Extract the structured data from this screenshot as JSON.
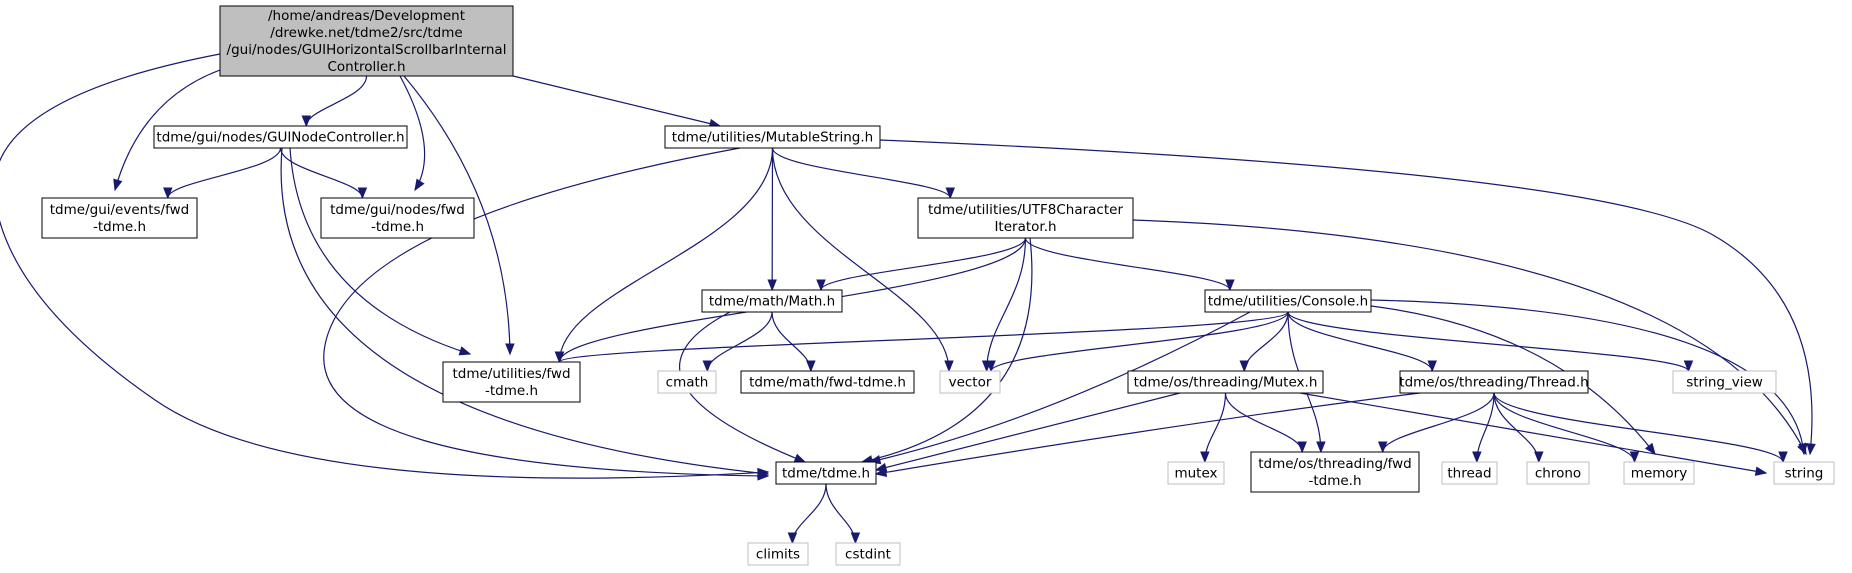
{
  "colors": {
    "edge": "#191970",
    "root_fill": "#bfbfbf",
    "node_border": "#000000",
    "sys_border": "#bfbfbf",
    "fill": "#ffffff"
  },
  "nodes": [
    {
      "id": "root",
      "kind": "root",
      "lines": [
        "/home/andreas/Development",
        "/drewke.net/tdme2/src/tdme",
        "/gui/nodes/GUIHorizontalScrollbarInternal",
        "Controller.h"
      ]
    },
    {
      "id": "guinodecontroller",
      "kind": "file",
      "lines": [
        "tdme/gui/nodes/GUINodeController.h"
      ]
    },
    {
      "id": "mutablestring",
      "kind": "file",
      "lines": [
        "tdme/utilities/MutableString.h"
      ]
    },
    {
      "id": "events_fwd",
      "kind": "file",
      "lines": [
        "tdme/gui/events/fwd",
        "-tdme.h"
      ]
    },
    {
      "id": "nodes_fwd",
      "kind": "file",
      "lines": [
        "tdme/gui/nodes/fwd",
        "-tdme.h"
      ]
    },
    {
      "id": "utf8",
      "kind": "file",
      "lines": [
        "tdme/utilities/UTF8Character",
        "Iterator.h"
      ]
    },
    {
      "id": "math",
      "kind": "file",
      "lines": [
        "tdme/math/Math.h"
      ]
    },
    {
      "id": "console",
      "kind": "file",
      "lines": [
        "tdme/utilities/Console.h"
      ]
    },
    {
      "id": "utilities_fwd",
      "kind": "file",
      "lines": [
        "tdme/utilities/fwd",
        "-tdme.h"
      ]
    },
    {
      "id": "cmath",
      "kind": "sys",
      "lines": [
        "cmath"
      ]
    },
    {
      "id": "math_fwd",
      "kind": "file",
      "lines": [
        "tdme/math/fwd-tdme.h"
      ]
    },
    {
      "id": "vector",
      "kind": "sys",
      "lines": [
        "vector"
      ]
    },
    {
      "id": "mutex_h",
      "kind": "file",
      "lines": [
        "tdme/os/threading/Mutex.h"
      ]
    },
    {
      "id": "thread_h",
      "kind": "file",
      "lines": [
        "tdme/os/threading/Thread.h"
      ]
    },
    {
      "id": "string_view",
      "kind": "sys",
      "lines": [
        "string_view"
      ]
    },
    {
      "id": "tdme_h",
      "kind": "file",
      "lines": [
        "tdme/tdme.h"
      ]
    },
    {
      "id": "mutex",
      "kind": "sys",
      "lines": [
        "mutex"
      ]
    },
    {
      "id": "threading_fwd",
      "kind": "file",
      "lines": [
        "tdme/os/threading/fwd",
        "-tdme.h"
      ]
    },
    {
      "id": "thread",
      "kind": "sys",
      "lines": [
        "thread"
      ]
    },
    {
      "id": "chrono",
      "kind": "sys",
      "lines": [
        "chrono"
      ]
    },
    {
      "id": "memory",
      "kind": "sys",
      "lines": [
        "memory"
      ]
    },
    {
      "id": "string",
      "kind": "sys",
      "lines": [
        "string"
      ]
    },
    {
      "id": "climits",
      "kind": "sys",
      "lines": [
        "climits"
      ]
    },
    {
      "id": "cstdint",
      "kind": "sys",
      "lines": [
        "cstdint"
      ]
    }
  ],
  "edges": [
    {
      "from": "root",
      "to": "guinodecontroller"
    },
    {
      "from": "root",
      "to": "events_fwd"
    },
    {
      "from": "root",
      "to": "nodes_fwd"
    },
    {
      "from": "root",
      "to": "utilities_fwd"
    },
    {
      "from": "root",
      "to": "mutablestring"
    },
    {
      "from": "root",
      "to": "tdme_h"
    },
    {
      "from": "guinodecontroller",
      "to": "events_fwd"
    },
    {
      "from": "guinodecontroller",
      "to": "nodes_fwd"
    },
    {
      "from": "guinodecontroller",
      "to": "utilities_fwd"
    },
    {
      "from": "guinodecontroller",
      "to": "tdme_h"
    },
    {
      "from": "mutablestring",
      "to": "utf8"
    },
    {
      "from": "mutablestring",
      "to": "math"
    },
    {
      "from": "mutablestring",
      "to": "utilities_fwd"
    },
    {
      "from": "mutablestring",
      "to": "vector"
    },
    {
      "from": "mutablestring",
      "to": "string"
    },
    {
      "from": "mutablestring",
      "to": "tdme_h"
    },
    {
      "from": "utf8",
      "to": "math"
    },
    {
      "from": "utf8",
      "to": "console"
    },
    {
      "from": "utf8",
      "to": "utilities_fwd"
    },
    {
      "from": "utf8",
      "to": "vector"
    },
    {
      "from": "utf8",
      "to": "tdme_h"
    },
    {
      "from": "utf8",
      "to": "string"
    },
    {
      "from": "math",
      "to": "cmath"
    },
    {
      "from": "math",
      "to": "math_fwd"
    },
    {
      "from": "math",
      "to": "tdme_h"
    },
    {
      "from": "console",
      "to": "utilities_fwd"
    },
    {
      "from": "console",
      "to": "vector"
    },
    {
      "from": "console",
      "to": "mutex_h"
    },
    {
      "from": "console",
      "to": "threading_fwd"
    },
    {
      "from": "console",
      "to": "thread_h"
    },
    {
      "from": "console",
      "to": "string_view"
    },
    {
      "from": "console",
      "to": "memory"
    },
    {
      "from": "console",
      "to": "string"
    },
    {
      "from": "console",
      "to": "tdme_h"
    },
    {
      "from": "mutex_h",
      "to": "tdme_h"
    },
    {
      "from": "mutex_h",
      "to": "mutex"
    },
    {
      "from": "mutex_h",
      "to": "threading_fwd"
    },
    {
      "from": "mutex_h",
      "to": "string"
    },
    {
      "from": "thread_h",
      "to": "tdme_h"
    },
    {
      "from": "thread_h",
      "to": "threading_fwd"
    },
    {
      "from": "thread_h",
      "to": "thread"
    },
    {
      "from": "thread_h",
      "to": "chrono"
    },
    {
      "from": "thread_h",
      "to": "memory"
    },
    {
      "from": "thread_h",
      "to": "string"
    },
    {
      "from": "tdme_h",
      "to": "climits"
    },
    {
      "from": "tdme_h",
      "to": "cstdint"
    }
  ]
}
